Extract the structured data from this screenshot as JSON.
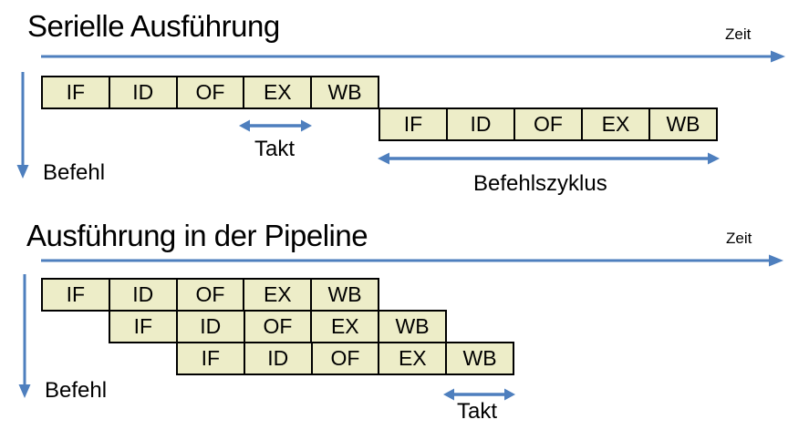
{
  "colors": {
    "box_fill": "#EDEDC8",
    "box_border": "#000000",
    "arrow": "#4E7FBE",
    "text": "#000000",
    "background": "#FFFFFF"
  },
  "serial": {
    "title": "Serielle Ausführung",
    "time_axis_label": "Zeit",
    "instruction_axis_label": "Befehl",
    "clock_label": "Takt",
    "cycle_label": "Befehlszyklus",
    "rows": [
      [
        "IF",
        "ID",
        "OF",
        "EX",
        "WB"
      ],
      [
        "IF",
        "ID",
        "OF",
        "EX",
        "WB"
      ]
    ]
  },
  "pipeline": {
    "title": "Ausführung in der Pipeline",
    "time_axis_label": "Zeit",
    "instruction_axis_label": "Befehl",
    "clock_label": "Takt",
    "rows": [
      [
        "IF",
        "ID",
        "OF",
        "EX",
        "WB"
      ],
      [
        "IF",
        "ID",
        "OF",
        "EX",
        "WB"
      ],
      [
        "IF",
        "ID",
        "OF",
        "EX",
        "WB"
      ]
    ]
  }
}
